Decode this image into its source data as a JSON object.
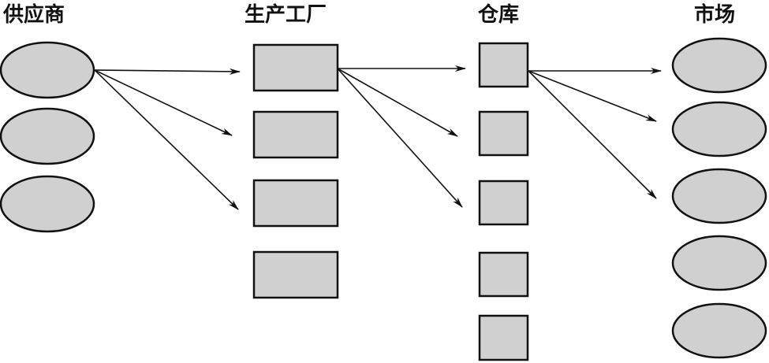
{
  "columns": {
    "suppliers": "供应商",
    "factories": "生产工厂",
    "warehouses": "仓库",
    "markets": "市场"
  },
  "colors": {
    "node_fill": "#d0d0d0",
    "stroke": "#111111",
    "background": "#ffffff"
  }
}
